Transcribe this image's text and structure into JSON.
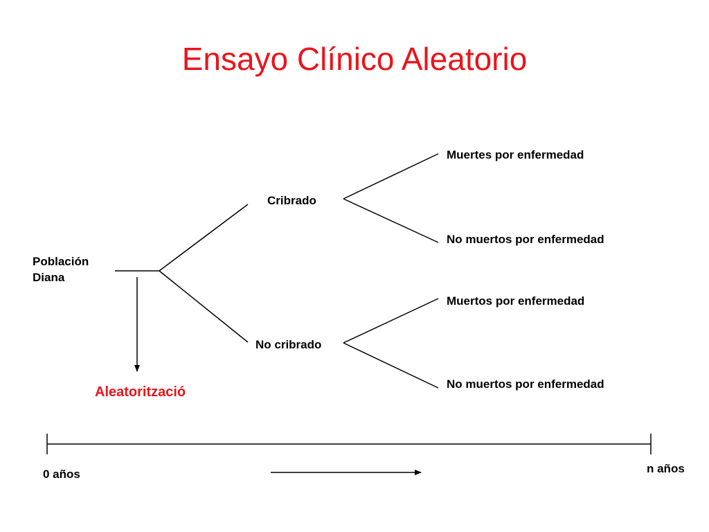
{
  "title": "Ensayo Clínico Aleatorio",
  "colors": {
    "accent": "#e8151b",
    "ink": "#000000"
  },
  "nodes": {
    "population_line1": "Población",
    "population_line2": "Diana",
    "screened": "Cribrado",
    "not_screened": "No cribrado",
    "randomization": "Aleatorització"
  },
  "outcomes": {
    "screened_deaths": "Muertes por enfermedad",
    "screened_no_deaths": "No muertos por enfermedad",
    "not_screened_deaths": "Muertos por enfermedad",
    "not_screened_no_deaths": "No muertos por enfermedad"
  },
  "timeline": {
    "start": "0 años",
    "end": "n años"
  }
}
